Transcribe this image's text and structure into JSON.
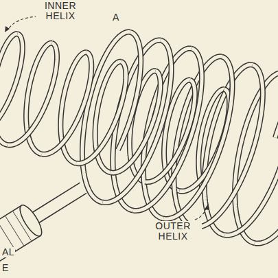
{
  "diagram": {
    "labels": [
      "INNER HELIX",
      "A",
      "OUTER HELIX",
      "AL",
      "E"
    ]
  }
}
